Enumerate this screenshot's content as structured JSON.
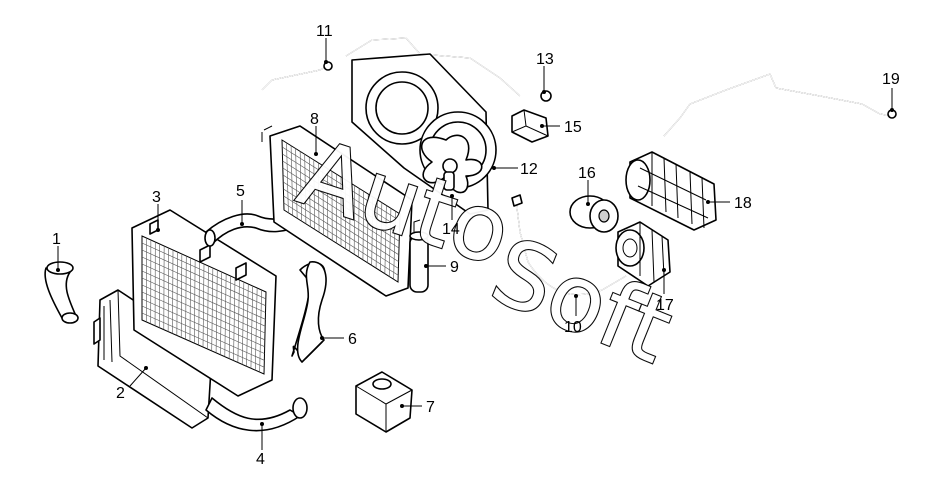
{
  "diagram": {
    "callouts": [
      {
        "id": "1",
        "label": "1"
      },
      {
        "id": "2",
        "label": "2"
      },
      {
        "id": "3",
        "label": "3"
      },
      {
        "id": "4",
        "label": "4"
      },
      {
        "id": "5",
        "label": "5"
      },
      {
        "id": "6",
        "label": "6"
      },
      {
        "id": "7",
        "label": "7"
      },
      {
        "id": "8",
        "label": "8"
      },
      {
        "id": "9",
        "label": "9"
      },
      {
        "id": "10",
        "label": "10"
      },
      {
        "id": "11",
        "label": "11"
      },
      {
        "id": "12",
        "label": "12"
      },
      {
        "id": "13",
        "label": "13"
      },
      {
        "id": "14",
        "label": "14"
      },
      {
        "id": "15",
        "label": "15"
      },
      {
        "id": "16",
        "label": "16"
      },
      {
        "id": "17",
        "label": "17"
      },
      {
        "id": "18",
        "label": "18"
      },
      {
        "id": "19",
        "label": "19"
      }
    ],
    "watermark": [
      "Auto",
      "Soft"
    ]
  }
}
